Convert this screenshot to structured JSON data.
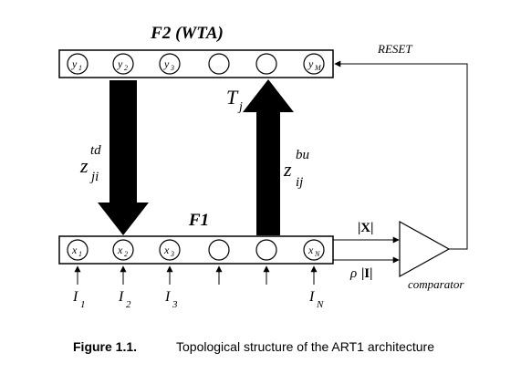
{
  "f2": {
    "title": "F2 (WTA)",
    "nodes": [
      {
        "base": "y",
        "sub": "1"
      },
      {
        "base": "y",
        "sub": "2"
      },
      {
        "base": "y",
        "sub": "3"
      },
      {
        "base": "",
        "sub": ""
      },
      {
        "base": "",
        "sub": ""
      },
      {
        "base": "y",
        "sub": "M"
      }
    ]
  },
  "f1": {
    "title": "F1",
    "nodes": [
      {
        "base": "x",
        "sub": "1"
      },
      {
        "base": "x",
        "sub": "2"
      },
      {
        "base": "x",
        "sub": "3"
      },
      {
        "base": "",
        "sub": ""
      },
      {
        "base": "",
        "sub": ""
      },
      {
        "base": "x",
        "sub": "N"
      }
    ]
  },
  "inputs": [
    {
      "base": "I",
      "sub": "1"
    },
    {
      "base": "I",
      "sub": "2"
    },
    {
      "base": "I",
      "sub": "3"
    },
    {
      "base": "",
      "sub": ""
    },
    {
      "base": "",
      "sub": ""
    },
    {
      "base": "I",
      "sub": "N"
    }
  ],
  "weights": {
    "td": {
      "base": "z",
      "sup": "td",
      "sub": "ji"
    },
    "bu": {
      "base": "z",
      "sup": "bu",
      "sub": "ij"
    },
    "tj": {
      "base": "T",
      "sub": "j"
    }
  },
  "reset_label": "RESET",
  "norm_x": "|X|",
  "rho_i": {
    "rho": "ρ",
    "norm": "|I|"
  },
  "comparator_label": "comparator",
  "caption": {
    "label": "Figure 1.1.",
    "text": "Topological structure of the ART1 architecture"
  }
}
